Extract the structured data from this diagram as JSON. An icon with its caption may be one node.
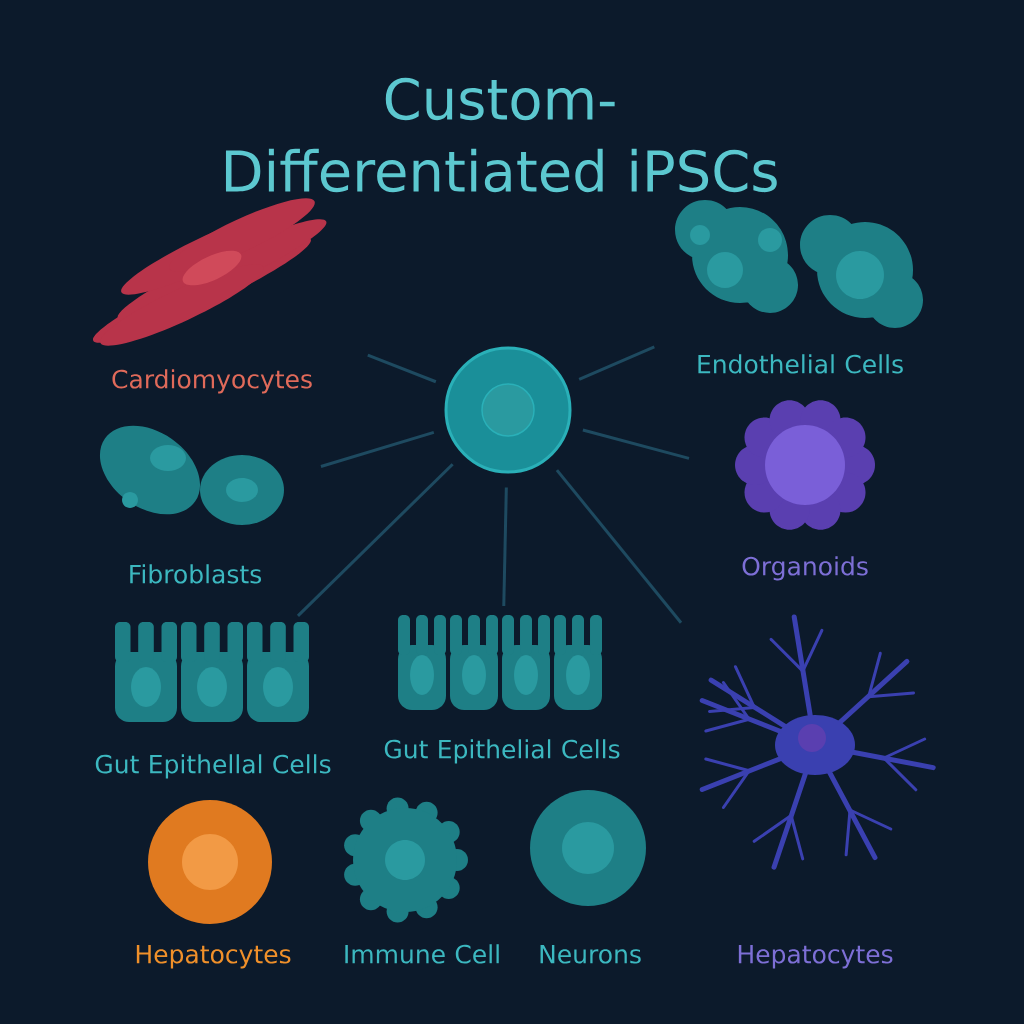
{
  "diagram": {
    "title": "Custom-Differentiated iPSCs",
    "nodes": [
      {
        "text": [
          "Cardiomyocytes"
        ]
      },
      {
        "text": [
          "Endothelial Cells"
        ]
      },
      {
        "text": [],
        "shape": "picture"
      },
      {
        "text": [
          "Fibroblasts"
        ]
      },
      {
        "text": [
          "Organoids"
        ]
      },
      {
        "text": [
          "Gut Epithellal Cells"
        ]
      },
      {
        "text": [
          "Gut Epithelial Cells"
        ]
      },
      {
        "text": [
          "Hepatocytes"
        ]
      },
      {
        "text": [
          "Hepatocytes"
        ]
      },
      {
        "text": [
          "Immune Cell"
        ]
      },
      {
        "text": [
          "Neurons"
        ]
      }
    ],
    "edges": [
      {
        "from": 2,
        "to": 0,
        "arrow": "none"
      },
      {
        "from": 2,
        "to": 1,
        "arrow": "none"
      },
      {
        "from": 2,
        "to": 3,
        "arrow": "none"
      },
      {
        "from": 2,
        "to": 4,
        "arrow": "none"
      },
      {
        "from": 2,
        "to": 5,
        "arrow": "none"
      },
      {
        "from": 2,
        "to": 6,
        "arrow": "none"
      },
      {
        "from": 2,
        "to": 7,
        "arrow": "none"
      }
    ]
  }
}
